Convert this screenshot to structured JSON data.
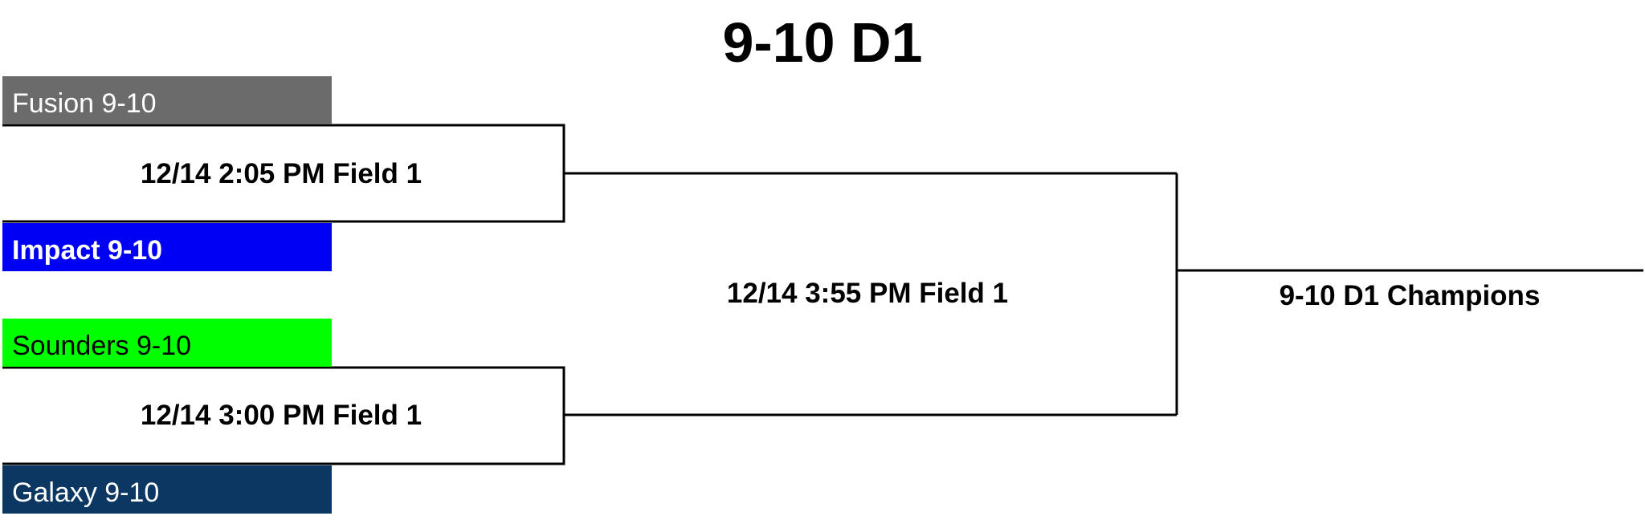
{
  "title": "9-10 D1",
  "round1": [
    {
      "top_team": {
        "name": "Fusion 9-10",
        "bg": "#6b6b6b",
        "color": "#ffffff"
      },
      "schedule": "12/14 2:05 PM Field 1",
      "bottom_team": {
        "name": "Impact 9-10",
        "bg": "#0000f5",
        "color": "#ffffff"
      }
    },
    {
      "top_team": {
        "name": "Sounders 9-10",
        "bg": "#00ff00",
        "color": "#000000"
      },
      "schedule": "12/14 3:00 PM Field 1",
      "bottom_team": {
        "name": "Galaxy 9-10",
        "bg": "#0b3762",
        "color": "#ffffff"
      }
    }
  ],
  "final": {
    "schedule": "12/14 3:55 PM Field 1"
  },
  "champion_label": "9-10 D1 Champions"
}
